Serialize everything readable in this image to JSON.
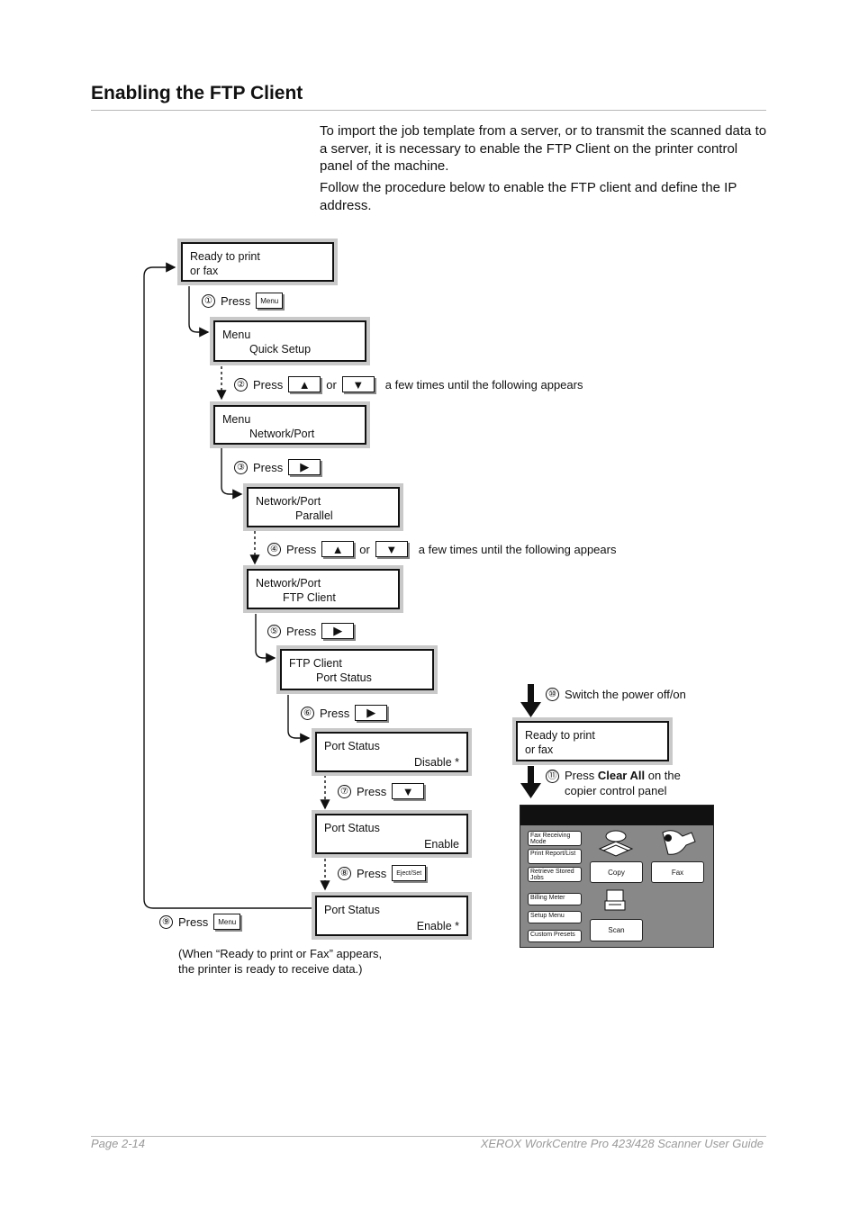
{
  "heading": "Enabling the FTP Client",
  "intro": {
    "p1": "To import the job template from a server, or to transmit the scanned data to a server, it is necessary to enable the FTP Client on the printer control panel of the machine.",
    "p2": "Follow the procedure below to enable the FTP client and define the IP address."
  },
  "screens": {
    "s0": {
      "line1": "Ready to print",
      "line2": "or fax"
    },
    "s1": {
      "line1": "Menu",
      "line2": "Quick Setup"
    },
    "s2": {
      "line1": "Menu",
      "line2": "Network/Port"
    },
    "s3": {
      "line1": "Network/Port",
      "line2": "Parallel"
    },
    "s4": {
      "line1": "Network/Port",
      "line2": "FTP Client"
    },
    "s5": {
      "line1": "FTP Client",
      "line2": "Port Status"
    },
    "s6": {
      "line1": "Port Status",
      "line2": "Disable *"
    },
    "s7": {
      "line1": "Port Status",
      "line2": "Enable"
    },
    "s8": {
      "line1": "Port Status",
      "line2": "Enable *"
    },
    "s9": {
      "line1": "Ready to print",
      "line2": "or fax"
    }
  },
  "steps": {
    "press": "Press",
    "or": "or",
    "until": "a few times until the following appears",
    "n1": "①",
    "n2": "②",
    "n3": "③",
    "n4": "④",
    "n5": "⑤",
    "n6": "⑥",
    "n7": "⑦",
    "n8": "⑧",
    "n9": "⑨",
    "n10": "⑩",
    "n11": "⑪",
    "key_menu": "Menu",
    "key_up": "▲",
    "key_down": "▼",
    "key_right": "▶",
    "key_eject": "Eject/Set",
    "s10": "Switch the power off/on",
    "s11_pre": "Press ",
    "s11_bold": "Clear All",
    "s11_post": " on the",
    "s11_line2": "copier control panel",
    "note_line1": "(When “Ready to print or Fax” appears,",
    "note_line2": "the printer is ready to receive data.)"
  },
  "panel": {
    "btn1": "Fax Receiving Mode",
    "btn2": "Print Report/List",
    "btn3": "Retrieve Stored Jobs",
    "btn4": "Billing Meter",
    "btn5": "Setup Menu",
    "btn6": "Custom Presets",
    "copy": "Copy",
    "fax": "Fax",
    "scan": "Scan"
  },
  "footer": {
    "page": "Page 2-14",
    "guide": "XEROX WorkCentre Pro 423/428 Scanner User Guide"
  }
}
